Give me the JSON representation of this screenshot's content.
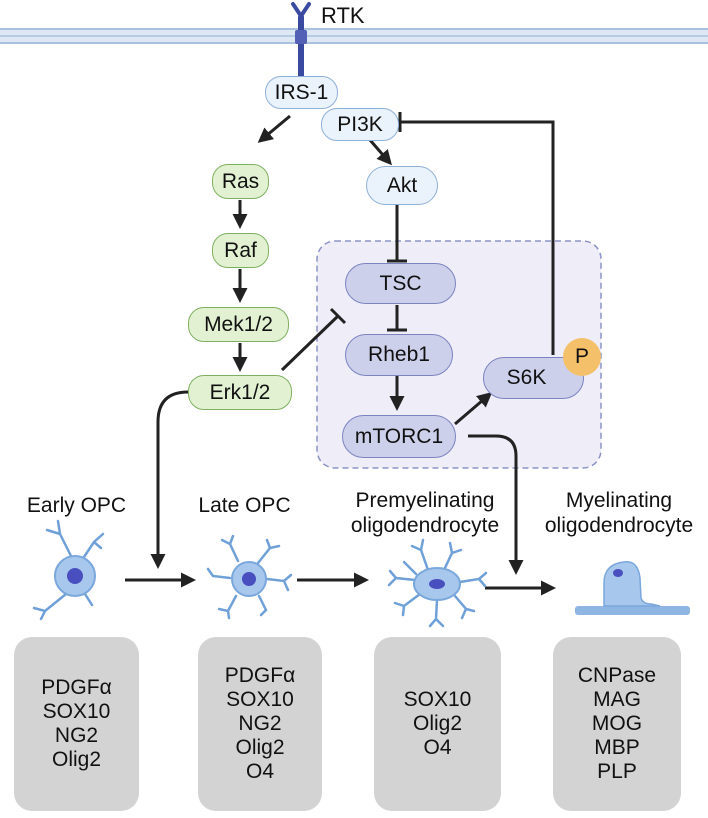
{
  "receptor": {
    "label": "RTK"
  },
  "nodes": {
    "irs1": "IRS-1",
    "pi3k": "PI3K",
    "akt": "Akt",
    "ras": "Ras",
    "raf": "Raf",
    "mek": "Mek1/2",
    "erk": "Erk1/2",
    "tsc": "TSC",
    "rheb": "Rheb1",
    "mtorc1": "mTORC1",
    "s6k": "S6K",
    "phospho": "P"
  },
  "stages": [
    {
      "label_lines": [
        "Early OPC"
      ],
      "markers": [
        "PDGFα",
        "SOX10",
        "NG2",
        "Olig2"
      ]
    },
    {
      "label_lines": [
        "Late OPC"
      ],
      "markers": [
        "PDGFα",
        "SOX10",
        "NG2",
        "Olig2",
        "O4"
      ]
    },
    {
      "label_lines": [
        "Premyelinating",
        "oligodendrocyte"
      ],
      "markers": [
        "SOX10",
        "Olig2",
        "O4"
      ]
    },
    {
      "label_lines": [
        "Myelinating",
        "oligodendrocyte"
      ],
      "markers": [
        "CNPase",
        "MAG",
        "MOG",
        "MBP",
        "PLP"
      ]
    }
  ],
  "colors": {
    "membrane": "#b8cfe6",
    "blue_node": "#eaf2fb",
    "green_node": "#e3f1d3",
    "purple_node": "#cdd0ea",
    "mtor_region": "#eeedf8",
    "phospho": "#f5c06a",
    "cell": "#8fb5e3",
    "nucleus": "#4a4fc0",
    "marker_box": "#d3d3d3"
  }
}
